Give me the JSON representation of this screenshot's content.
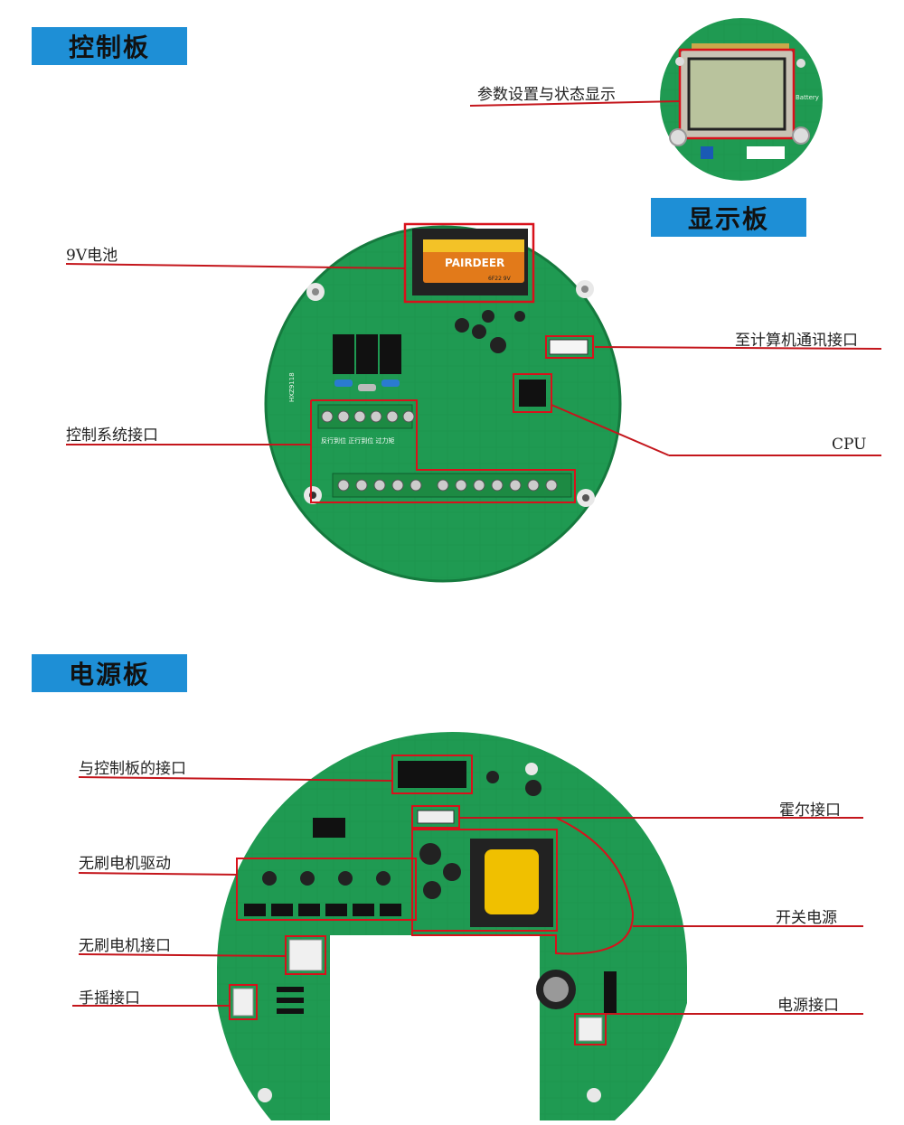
{
  "headers": {
    "control_board": "控制板",
    "display_board": "显示板",
    "power_board": "电源板"
  },
  "control_labels": {
    "params_display": "参数设置与状态显示",
    "battery_9v": "9V电池",
    "pc_comm_port": "至计算机通讯接口",
    "control_sys_port": "控制系统接口",
    "cpu": "CPU"
  },
  "power_labels": {
    "control_board_port": "与控制板的接口",
    "hall_port": "霍尔接口",
    "bldc_driver": "无刷电机驱动",
    "switching_psu": "开关电源",
    "bldc_port": "无刷电机接口",
    "crank_port": "手摇接口",
    "power_port": "电源接口"
  },
  "pcb_text": {
    "battery_brand": "PAIRDEER",
    "battery_model": "6F22 9V",
    "silk_terminals": "反行到位  正行到位  过力矩",
    "model_code": "HXZ9118",
    "battery_silk": "Battery"
  },
  "colors": {
    "header_bg": "#1e8fd6",
    "pcb_green": "#1f9a52",
    "pcb_dark": "#157a3e",
    "highlight": "#d8111b"
  }
}
